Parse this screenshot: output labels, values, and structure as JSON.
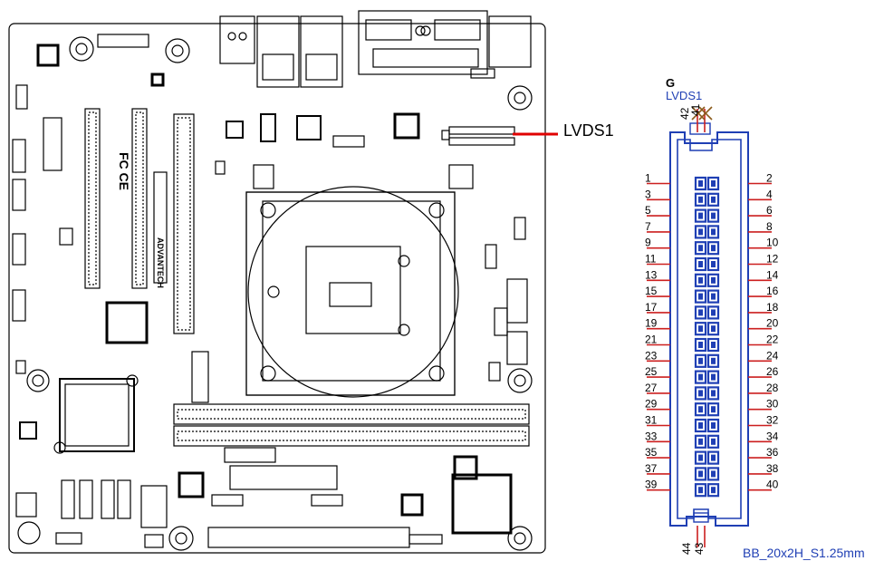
{
  "callout_label": "LVDS1",
  "board_marks": {
    "rohs": "FC CE",
    "brand": "ADVANTECH"
  },
  "connector": {
    "group_letter": "G",
    "ref_designator": "LVDS1",
    "footprint": "BB_20x2H_S1.25mm",
    "top_pins": [
      "42",
      "41"
    ],
    "bottom_pins": [
      "44",
      "43"
    ],
    "left_pins": [
      "1",
      "3",
      "5",
      "7",
      "9",
      "11",
      "13",
      "15",
      "17",
      "19",
      "21",
      "23",
      "25",
      "27",
      "29",
      "31",
      "33",
      "35",
      "37",
      "39"
    ],
    "right_pins": [
      "2",
      "4",
      "6",
      "8",
      "10",
      "12",
      "14",
      "16",
      "18",
      "20",
      "22",
      "24",
      "26",
      "28",
      "30",
      "32",
      "34",
      "36",
      "38",
      "40"
    ]
  },
  "colors": {
    "outline": "#000000",
    "connector_blue": "#1f3fb4",
    "pin_red": "#cc1f1f",
    "callout_red": "#e00000"
  }
}
